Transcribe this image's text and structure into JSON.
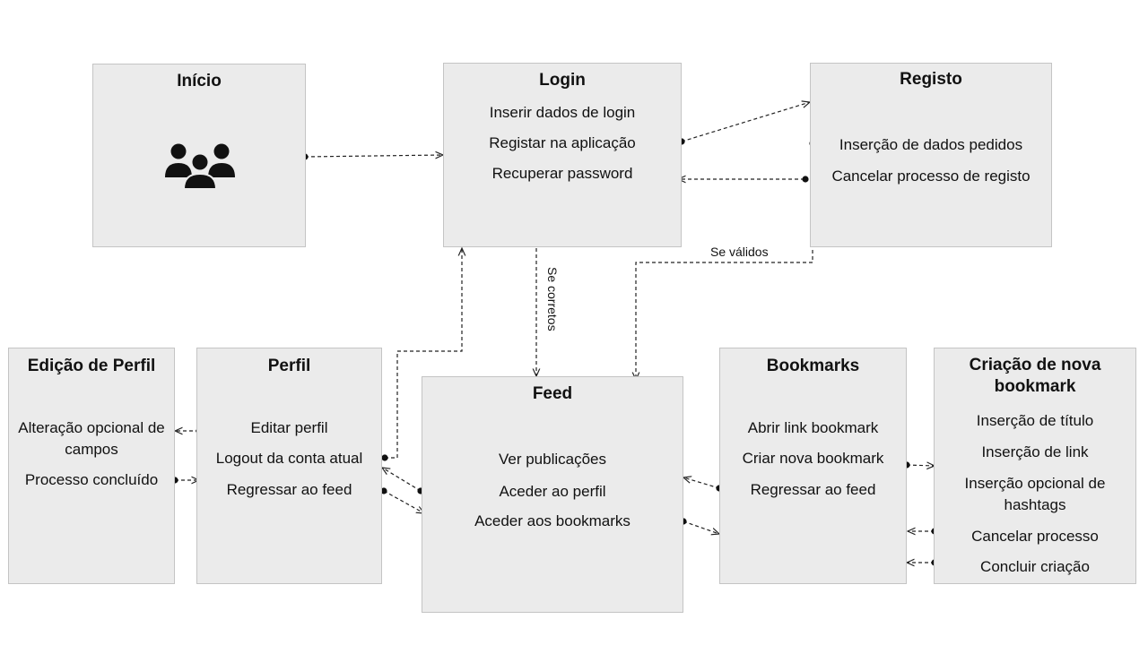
{
  "inicio": {
    "title": "Início",
    "icon": "users-group-icon"
  },
  "login": {
    "title": "Login",
    "items": [
      "Inserir dados de login",
      "Registar na aplicação",
      "Recuperar password"
    ]
  },
  "registo": {
    "title": "Registo",
    "items": [
      "Inserção de dados pedidos",
      "Cancelar processo de registo"
    ]
  },
  "edicao": {
    "title": "Edição de Perfil",
    "items": [
      "Alteração opcional de campos",
      "Processo concluído"
    ]
  },
  "perfil": {
    "title": "Perfil",
    "items": [
      "Editar perfil",
      "Logout da conta atual",
      "Regressar ao feed"
    ]
  },
  "feed": {
    "title": "Feed",
    "items": [
      "Ver publicações",
      "Aceder ao perfil",
      "Aceder aos bookmarks"
    ]
  },
  "bookmarks": {
    "title": "Bookmarks",
    "items": [
      "Abrir link bookmark",
      "Criar nova bookmark",
      "Regressar ao feed"
    ]
  },
  "criacao": {
    "title": "Criação de nova bookmark",
    "items": [
      "Inserção de título",
      "Inserção de link",
      "Inserção opcional de hashtags",
      "Cancelar processo",
      "Concluir criação"
    ]
  },
  "labels": {
    "se_validos": "Se válidos",
    "se_corretos": "Se corretos"
  },
  "colors": {
    "box_fill": "#ebebeb",
    "box_border": "#c4c4c4",
    "line": "#222222"
  }
}
